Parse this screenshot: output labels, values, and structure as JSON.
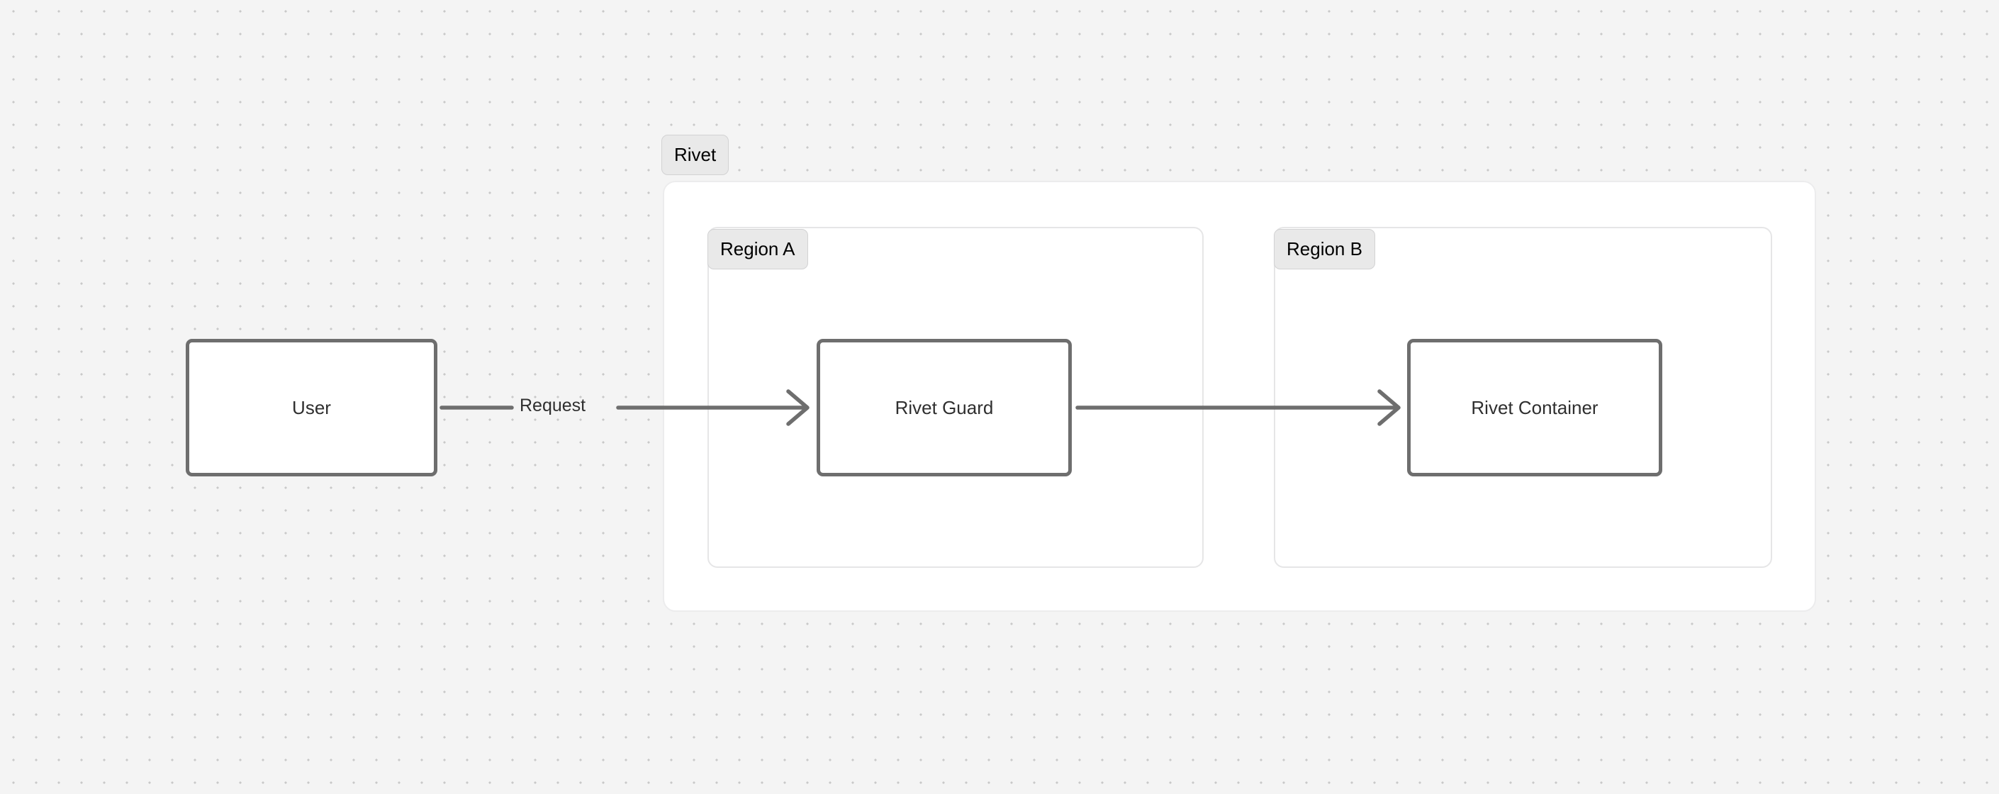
{
  "canvas": {
    "background_color": "#f4f4f4",
    "dot_color": "#c9c9c9",
    "dot_spacing": 32
  },
  "colors": {
    "node_border": "#6e6e6e",
    "node_fill": "#ffffff",
    "group_fill": "#ffffff",
    "group_border": "#ececed",
    "badge_fill": "#e9e9e9",
    "badge_border": "#d2d2d3",
    "edge_stroke": "#6e6e6e",
    "text": "#2f2f2f"
  },
  "groups": {
    "outer": {
      "label": "Rivet"
    },
    "regions": [
      {
        "label": "Region A"
      },
      {
        "label": "Region B"
      }
    ]
  },
  "nodes": [
    {
      "id": "user",
      "label": "User"
    },
    {
      "id": "rivet-guard",
      "label": "Rivet Guard"
    },
    {
      "id": "rivet-container",
      "label": "Rivet Container"
    }
  ],
  "edges": [
    {
      "from": "user",
      "to": "rivet-guard",
      "label": "Request",
      "arrowhead": "open-chevron"
    },
    {
      "from": "rivet-guard",
      "to": "rivet-container",
      "label": "",
      "arrowhead": "open-chevron"
    }
  ]
}
